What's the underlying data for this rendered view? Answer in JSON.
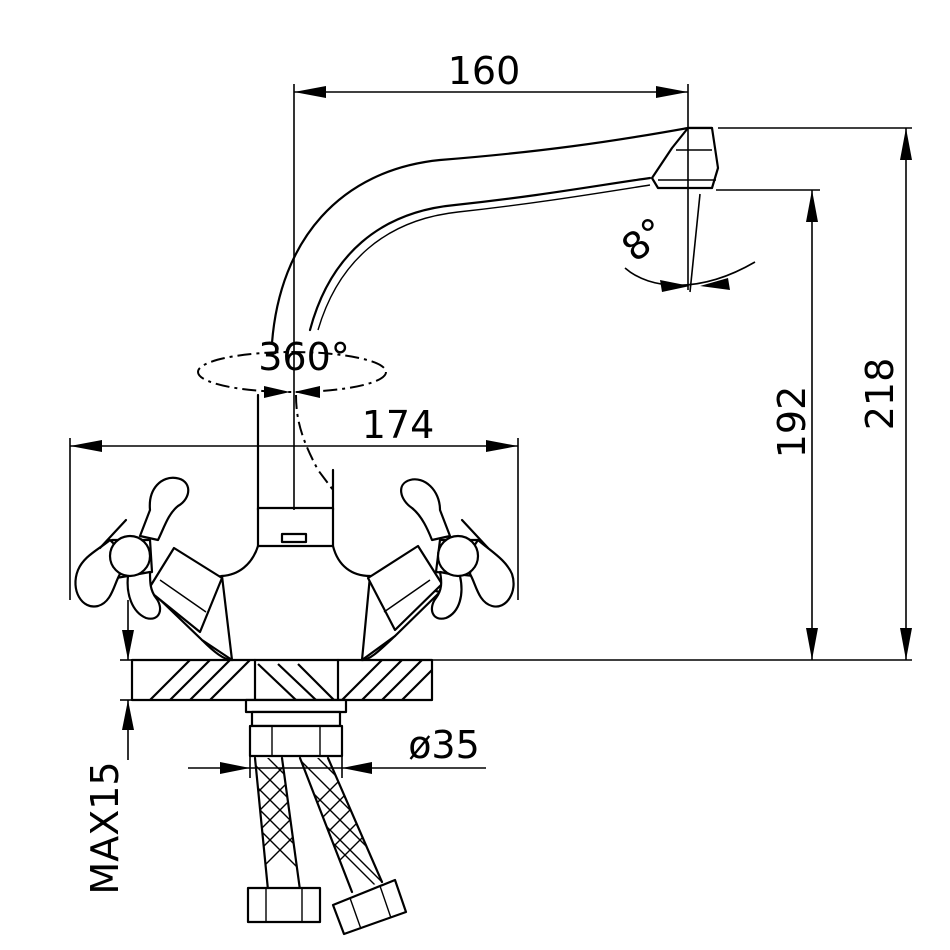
{
  "dimensions": {
    "spout_reach": "160",
    "handle_span": "174",
    "spout_clearance": "192",
    "total_height": "218",
    "base_diameter": "ø35",
    "max_deck_thickness": "MAX15"
  },
  "angles": {
    "spout_swivel": "360°",
    "aerator_tilt": "8°"
  }
}
